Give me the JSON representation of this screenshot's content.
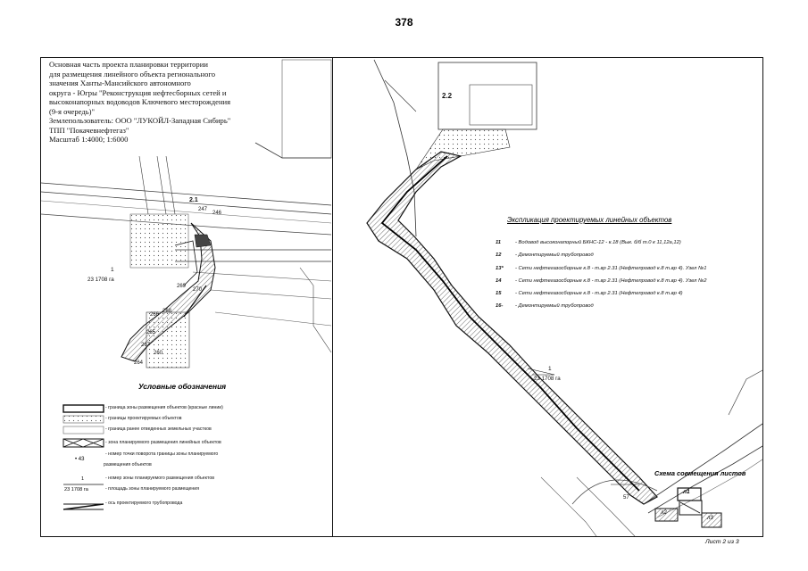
{
  "page_number": "378",
  "title_block": {
    "lines": [
      "Основная часть проекта планировки территории",
      "для размещения линейного объекта регионального",
      "значения Ханты-Мансийского автономного",
      "округа - Югры \"Реконструкция нефтесборных сетей и",
      "высоконапорных водоводов Ключевого месторождения",
      "(9-я очередь)\"",
      "Землепользователь: ООО \"ЛУКОЙЛ-Западная Сибирь\"",
      "ТПП \"Покачевнефтегаз\"",
      "Масштаб 1:4000; 1:6000"
    ]
  },
  "map_labels": {
    "zone_21": "2.1",
    "zone_22": "2.2",
    "left_zone_number": "1",
    "left_zone_area": "23 1708 га",
    "right_zone_number": "1",
    "right_zone_area": "23 1708 га",
    "points": [
      "247",
      "246",
      "269",
      "270",
      "266",
      "268",
      "267",
      "260",
      "264",
      "265"
    ],
    "bottom_point": "57"
  },
  "legend": {
    "title": "Условные обозначения",
    "items": [
      "- граница зоны размещения объектов (красные линии)",
      "- границы проектируемых объектов",
      "- граница ранее отведенных земельных участков",
      "- зона планируемого размещения линейных объектов",
      "- номер точки поворота границы зоны планируемого",
      "размещения объектов",
      "- номер зоны планируемого размещения объектов",
      "- площадь зоны планируемого размещения",
      "- ось проектируемого трубопровода"
    ],
    "point_symbol": "• 43",
    "zone_symbol_number": "1",
    "zone_symbol_area": "23 1708 га"
  },
  "explication": {
    "title": "Экспликация проектируемых линейных объектов",
    "items": [
      {
        "num": "11",
        "text": "- Водовод высоконапорный БКНС-12 - к.18 (Вык. б/б т.0 к 11,12а,12)"
      },
      {
        "num": "12",
        "text": "- Демонтируемый трубопровод"
      },
      {
        "num": "13*",
        "text": "- Сети нефтегазосборные к.8 - т.вр 2.31 (Нефтепровод к.8 т.вр 4). Узел №1"
      },
      {
        "num": "14",
        "text": "- Сети нефтегазосборные к.8 - т.вр 2.31 (Нефтепровод к.8 т.вр 4). Узел №2"
      },
      {
        "num": "15",
        "text": "- Сети нефтегазосборные к.8 - т.вр 2.31 (Нефтепровод к.8 т.вр 4)"
      },
      {
        "num": "16-",
        "text": "- Демонтируемый трубопровод"
      }
    ]
  },
  "scheme": {
    "title": "Схема совмещения листов",
    "sheet1": "л1",
    "sheet2": "л2",
    "sheet3": "л3"
  },
  "footer": {
    "sheet_label": "Лист 2 из 3"
  }
}
